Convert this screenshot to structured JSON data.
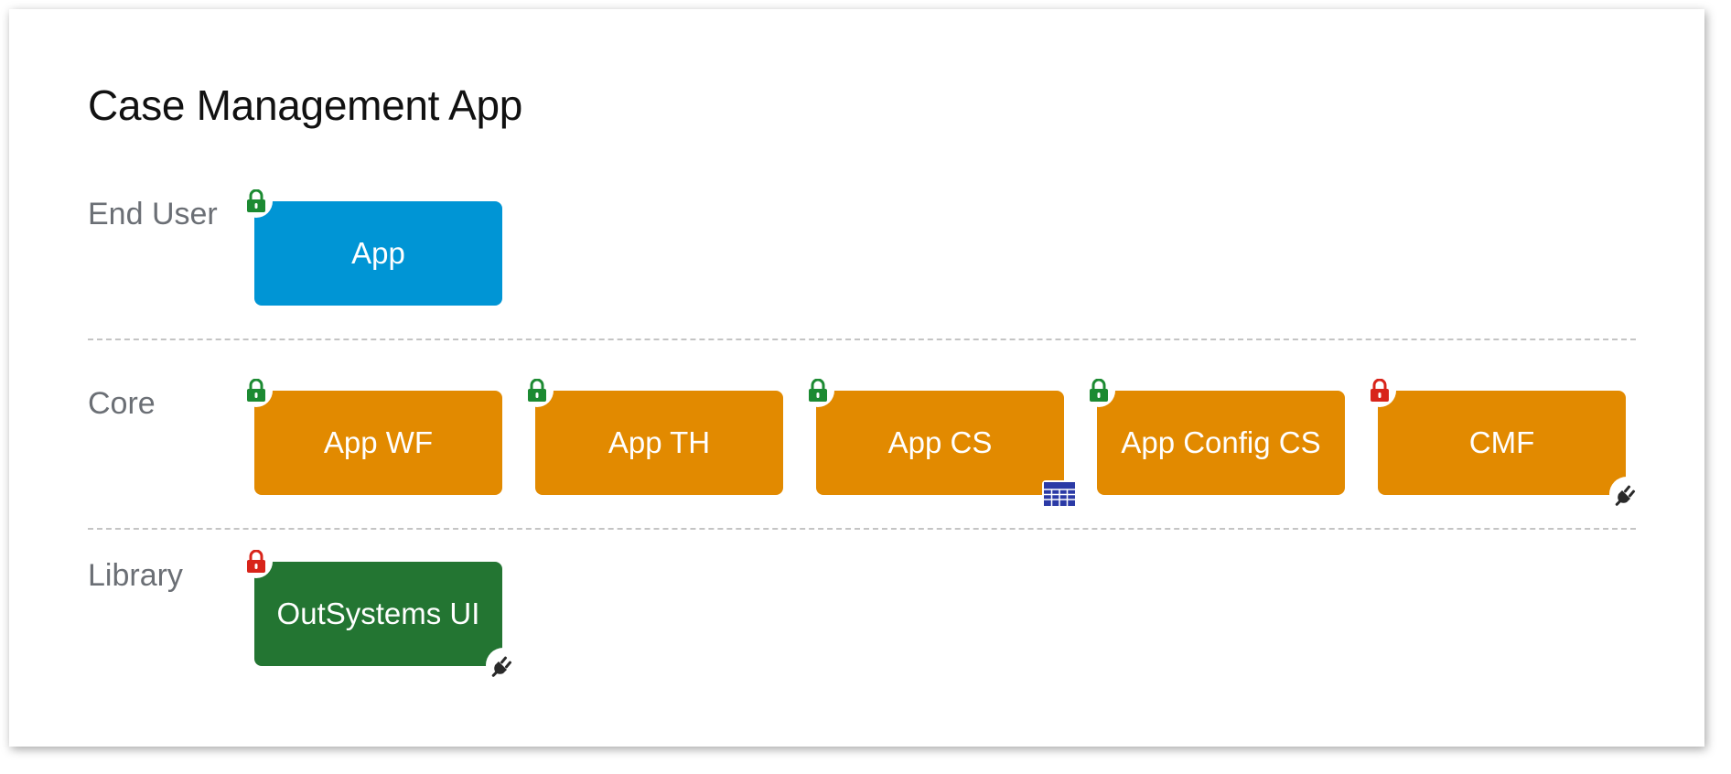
{
  "title": "Case Management App",
  "colors": {
    "end_user": "#0095d5",
    "core": "#e28a00",
    "library": "#237532",
    "lock_green": "#1c8a32",
    "lock_red": "#d8241a"
  },
  "layers": [
    {
      "label": "End User"
    },
    {
      "label": "Core"
    },
    {
      "label": "Library"
    }
  ],
  "modules": {
    "end_user": [
      {
        "name": "App",
        "lock": "green-lock-icon"
      }
    ],
    "core": [
      {
        "name": "App WF",
        "lock": "green-lock-icon"
      },
      {
        "name": "App TH",
        "lock": "green-lock-icon"
      },
      {
        "name": "App CS",
        "lock": "green-lock-icon",
        "badge": "entity-grid-icon"
      },
      {
        "name": "App Config CS",
        "lock": "green-lock-icon"
      },
      {
        "name": "CMF",
        "lock": "red-lock-icon",
        "badge": "plug-icon"
      }
    ],
    "library": [
      {
        "name": "OutSystems UI",
        "lock": "red-lock-icon",
        "badge": "plug-icon"
      }
    ]
  }
}
